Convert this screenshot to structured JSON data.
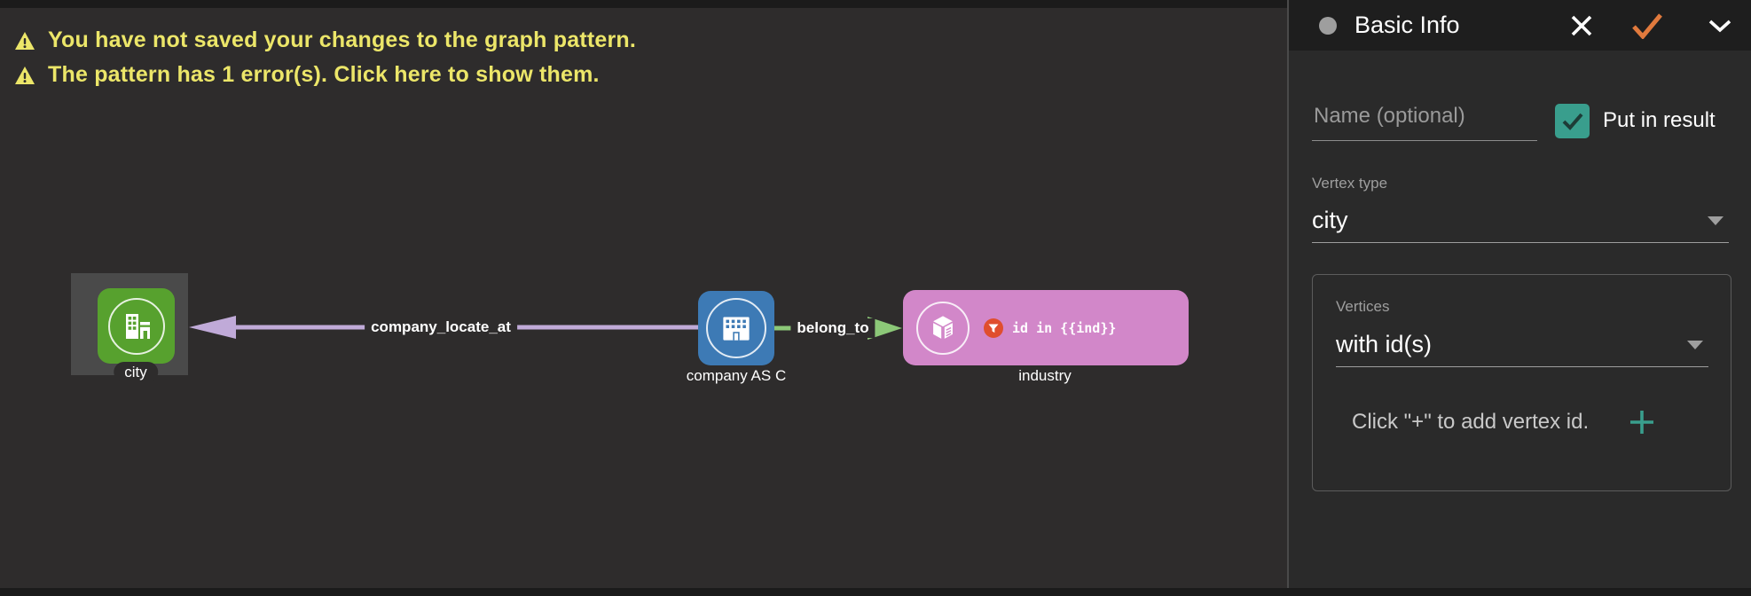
{
  "canvas": {
    "warnings": [
      "You have not saved your changes to the graph pattern.",
      "The pattern has 1 error(s). Click here to show them."
    ],
    "nodes": {
      "city": {
        "label": "city",
        "color": "#57a12e"
      },
      "company": {
        "label": "company AS C",
        "color": "#3d7ab5"
      },
      "industry": {
        "label": "industry",
        "color": "#d287c9",
        "filter_text": "id in {{ind}}"
      }
    },
    "edges": {
      "company_locate_at": {
        "label": "company_locate_at",
        "color": "#c0aad8"
      },
      "belong_to": {
        "label": "belong_to",
        "color": "#8cc878"
      }
    }
  },
  "panel": {
    "title": "Basic Info",
    "name_field": {
      "placeholder": "Name (optional)",
      "value": ""
    },
    "put_in_result": {
      "label": "Put in result",
      "checked": true
    },
    "vertex_type": {
      "label": "Vertex type",
      "value": "city"
    },
    "vertices": {
      "label": "Vertices",
      "value": "with id(s)",
      "hint": "Click \"+\" to add vertex id."
    }
  },
  "colors": {
    "warning_yellow": "#ece669",
    "accent_teal": "#399e8d",
    "apply_orange": "#e17a3d",
    "filter_red": "#e04e2e",
    "selection_gray": "#4a4a4a",
    "canvas_bg": "#2e2c2c",
    "panel_bg": "#2a2a2a",
    "header_bg": "#1e1e1e"
  }
}
